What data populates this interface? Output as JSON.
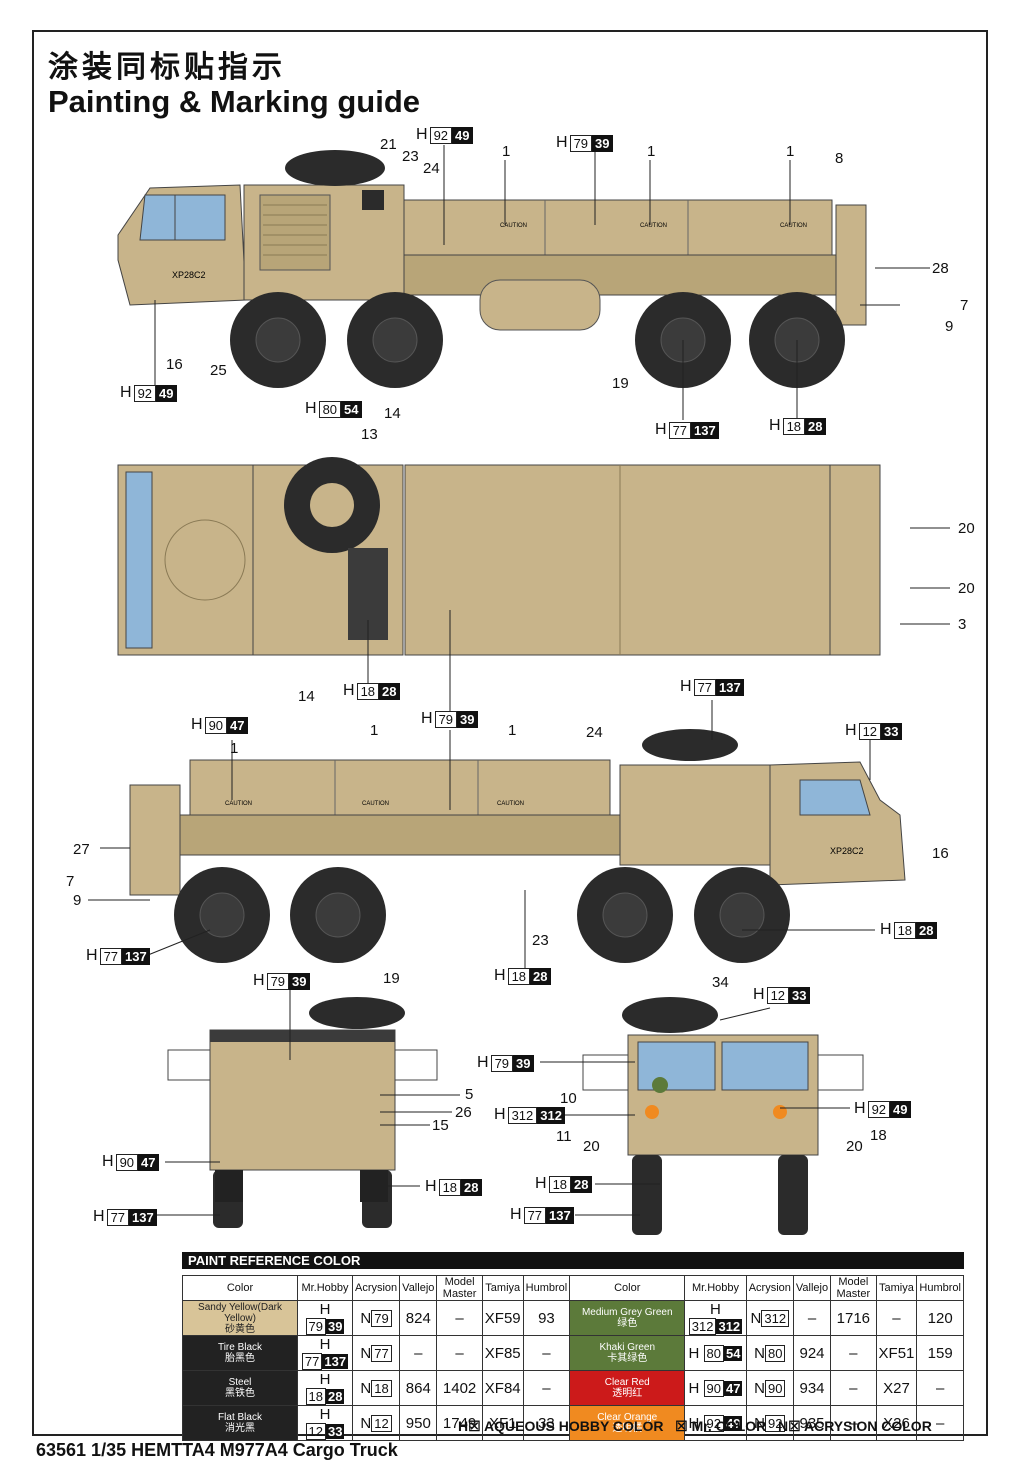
{
  "title_cn": "涂装同标贴指示",
  "title_en": "Painting & Marking guide",
  "footer": "63561 1/35  HEMTTA4 M977A4 Cargo Truck",
  "colors": {
    "sand": "#c8b48a",
    "sand_dark": "#a89368",
    "tire": "#2b2b2b",
    "glass": "#8fb6d8",
    "ink": "#111111"
  },
  "callouts": {
    "n1": "1",
    "n3": "3",
    "n5": "5",
    "n7": "7",
    "n8": "8",
    "n9": "9",
    "n10": "10",
    "n11": "11",
    "n13": "13",
    "n14": "14",
    "n15": "15",
    "n16": "16",
    "n18": "18",
    "n19": "19",
    "n20": "20",
    "n21": "21",
    "n23": "23",
    "n24": "24",
    "n25": "25",
    "n26": "26",
    "n27": "27",
    "n28": "28",
    "n34": "34"
  },
  "tags": {
    "h": "H",
    "c92": "92",
    "c49": "49",
    "c79": "79",
    "c39": "39",
    "c80": "80",
    "c54": "54",
    "c77": "77",
    "c137": "137",
    "c18": "18",
    "c28": "28",
    "c90": "90",
    "c47": "47",
    "c12": "12",
    "c33": "33",
    "c312": "312"
  },
  "labels": {
    "caution": "CAUTION",
    "plate": "XP28C2"
  },
  "paint_table": {
    "header": "PAINT  REFERENCE COLOR",
    "columns": [
      "Color",
      "Mr.Hobby",
      "Acrysion",
      "Vallejo",
      "Model Master",
      "Tamiya",
      "Humbrol"
    ],
    "left": [
      {
        "name": "Sandy Yellow(Dark Yellow)",
        "cn": "砂黄色",
        "mr": "79",
        "mr2": "39",
        "ac": "79",
        "vallejo": "824",
        "mm": "–",
        "tamiya": "XF59",
        "humbrol": "93",
        "color": "#d8c498"
      },
      {
        "name": "Tire Black",
        "cn": "胎黑色",
        "mr": "77",
        "mr2": "137",
        "ac": "77",
        "vallejo": "–",
        "mm": "–",
        "tamiya": "XF85",
        "humbrol": "–",
        "color": "#222222"
      },
      {
        "name": "Steel",
        "cn": "黑铁色",
        "mr": "18",
        "mr2": "28",
        "ac": "18",
        "vallejo": "864",
        "mm": "1402",
        "tamiya": "XF84",
        "humbrol": "–",
        "color": "#222222"
      },
      {
        "name": "Flat Black",
        "cn": "消光黑",
        "mr": "12",
        "mr2": "33",
        "ac": "12",
        "vallejo": "950",
        "mm": "1749",
        "tamiya": "XF1",
        "humbrol": "33",
        "color": "#222222"
      }
    ],
    "right": [
      {
        "name": "Medium Grey Green",
        "cn": "绿色",
        "mr": "312",
        "mr2": "312",
        "ac": "312",
        "vallejo": "–",
        "mm": "1716",
        "tamiya": "–",
        "humbrol": "120",
        "color": "#5c7a3a"
      },
      {
        "name": "Khaki Green",
        "cn": "卡其绿色",
        "mr": "80",
        "mr2": "54",
        "ac": "80",
        "vallejo": "924",
        "mm": "–",
        "tamiya": "XF51",
        "humbrol": "159",
        "color": "#5c7a3a"
      },
      {
        "name": "Clear Red",
        "cn": "透明红",
        "mr": "90",
        "mr2": "47",
        "ac": "90",
        "vallejo": "934",
        "mm": "–",
        "tamiya": "X27",
        "humbrol": "–",
        "color": "#cc1a1a"
      },
      {
        "name": "Clear Orange",
        "cn": "透明橘",
        "mr": "92",
        "mr2": "49",
        "ac": "92",
        "vallejo": "935",
        "mm": "–",
        "tamiya": "X26",
        "humbrol": "–",
        "color": "#f08a20"
      }
    ]
  },
  "legend": {
    "aqueous": "AQUEOUS HOBBY COLOR",
    "mr": "Mr. COLOR",
    "acrysion": "ACRYSION COLOR",
    "h": "H",
    "n": "N"
  }
}
